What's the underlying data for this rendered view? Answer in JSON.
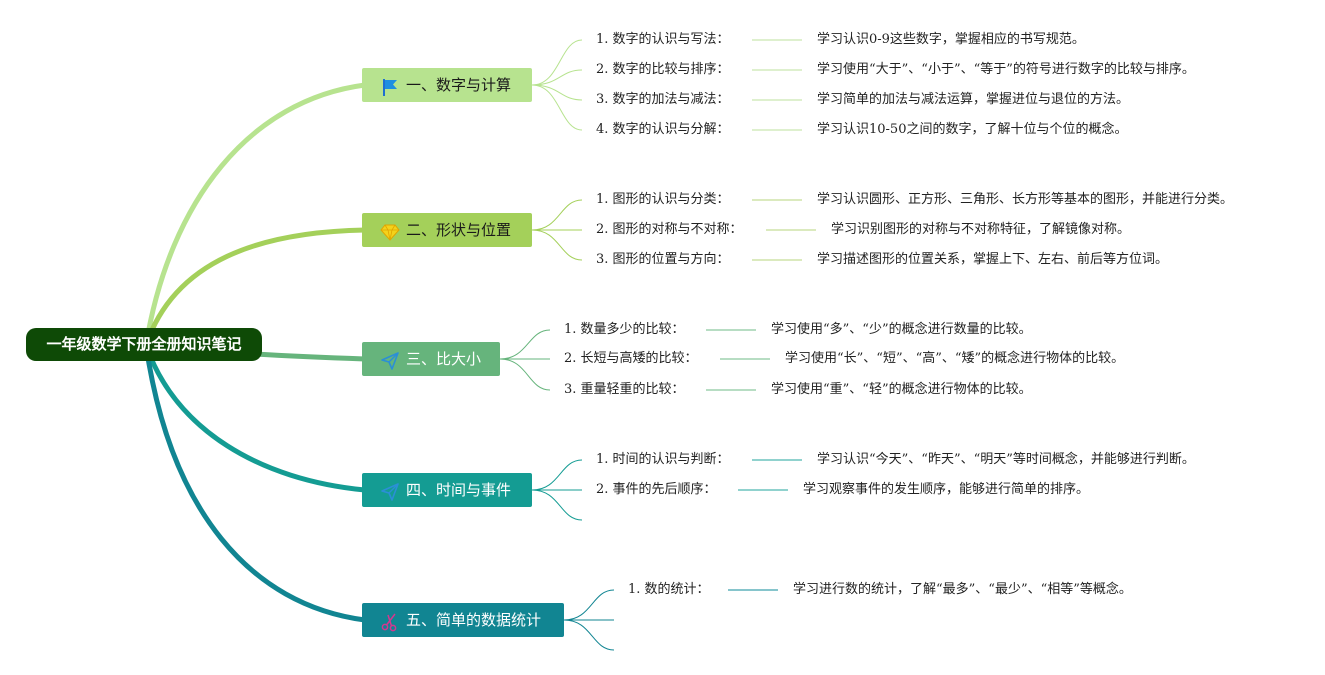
{
  "title": "一年级数学下册全册知识笔记",
  "colors": {
    "root": "#0e4a06",
    "b1": "#b7e38f",
    "b2": "#a4d05a",
    "b3": "#66b47c",
    "b4": "#149c93",
    "b5": "#118592"
  },
  "branches": [
    {
      "label": "一、数字与计算",
      "icon": "flag-icon",
      "items": [
        {
          "label": "1. 数字的认识与写法：",
          "desc": "学习认识0-9这些数字，掌握相应的书写规范。"
        },
        {
          "label": "2. 数字的比较与排序：",
          "desc": "学习使用“大于”、“小于”、“等于”的符号进行数字的比较与排序。"
        },
        {
          "label": "3. 数字的加法与减法：",
          "desc": "学习简单的加法与减法运算，掌握进位与退位的方法。"
        },
        {
          "label": "4. 数字的认识与分解：",
          "desc": "学习认识10-50之间的数字，了解十位与个位的概念。"
        }
      ]
    },
    {
      "label": "二、形状与位置",
      "icon": "diamond-icon",
      "items": [
        {
          "label": "1. 图形的认识与分类：",
          "desc": "学习认识圆形、正方形、三角形、长方形等基本的图形，并能进行分类。"
        },
        {
          "label": "2. 图形的对称与不对称：",
          "desc": "学习识别图形的对称与不对称特征，了解镜像对称。"
        },
        {
          "label": "3. 图形的位置与方向：",
          "desc": "学习描述图形的位置关系，掌握上下、左右、前后等方位词。"
        }
      ]
    },
    {
      "label": "三、比大小",
      "icon": "paper-plane-icon",
      "items": [
        {
          "label": "1. 数量多少的比较：",
          "desc": "学习使用“多”、“少”的概念进行数量的比较。"
        },
        {
          "label": "2. 长短与高矮的比较：",
          "desc": "学习使用“长”、“短”、“高”、“矮”的概念进行物体的比较。"
        },
        {
          "label": "3. 重量轻重的比较：",
          "desc": "学习使用“重”、“轻”的概念进行物体的比较。"
        }
      ]
    },
    {
      "label": "四、时间与事件",
      "icon": "paper-plane-icon",
      "items": [
        {
          "label": "1. 时间的认识与判断：",
          "desc": "学习认识“今天”、“昨天”、“明天”等时间概念，并能够进行判断。"
        },
        {
          "label": "2. 事件的先后顺序：",
          "desc": "学习观察事件的发生顺序，能够进行简单的排序。"
        }
      ]
    },
    {
      "label": "五、简单的数据统计",
      "icon": "scissors-icon",
      "items": [
        {
          "label": "1. 数的统计：",
          "desc": "学习进行数的统计，了解“最多”、“最少”、“相等”等概念。"
        }
      ]
    }
  ]
}
